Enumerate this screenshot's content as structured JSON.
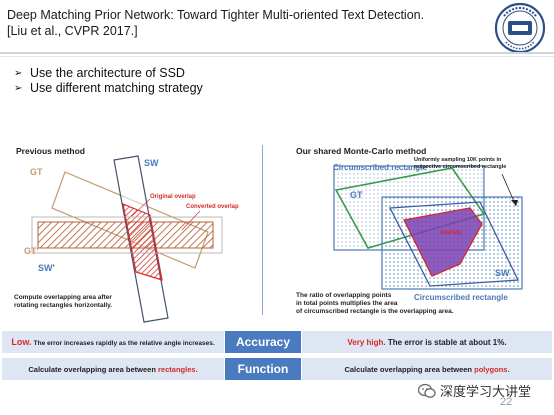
{
  "slide": {
    "title_line1": "Deep Matching Prior Network: Toward Tighter Multi-oriented Text Detection.",
    "title_line2": "[Liu et al., CVPR 2017.]",
    "bullets": [
      "Use the architecture of SSD",
      "Use different matching strategy"
    ],
    "page_number": "22",
    "watermark": "深度学习大讲堂"
  },
  "left_panel": {
    "title": "Previous method",
    "label_sw": "SW",
    "label_gt": "GT",
    "label_gt2": "GT'",
    "label_sw2": "SW'",
    "label_original_overlap": "Original overlap",
    "label_converted_overlap": "Converted overlap",
    "caption_line1": "Compute overlapping area after",
    "caption_line2": "rotating rectangles horizontally."
  },
  "right_panel": {
    "title": "Our shared Monte-Carlo method",
    "label_circumscribed_top": "Circumscribed rectangle",
    "label_circumscribed_bottom": "Circumscribed rectangle",
    "note_line1": "Uniformly sampling 10K points in",
    "note_line2": "respective circumscribed rectangle",
    "label_gt": "GT",
    "label_sw": "SW",
    "label_overlap": "overlap",
    "caption_line1": "The ratio of overlapping points",
    "caption_line2": "in total points multiplies the area",
    "caption_line3": "of circumscribed rectangle is the overlapping area."
  },
  "comparison": {
    "row1": {
      "left_highlight": "Low.",
      "left_text": "The error increases rapidly as the relative angle increases.",
      "center": "Accuracy",
      "right_highlight": "Very high.",
      "right_text": "The error is stable at about 1%."
    },
    "row2": {
      "left_text": "Calculate overlapping area between",
      "left_highlight": "rectangles.",
      "center": "Function",
      "right_text": "Calculate overlapping area between",
      "right_highlight": "polygons."
    }
  },
  "colors": {
    "accent_blue": "#4a7ac0",
    "row_bg": "#dde6f2",
    "highlight_red": "#d42a2a",
    "hatch_brown": "#b5603a",
    "dot_blue": "#4a7ab8"
  }
}
